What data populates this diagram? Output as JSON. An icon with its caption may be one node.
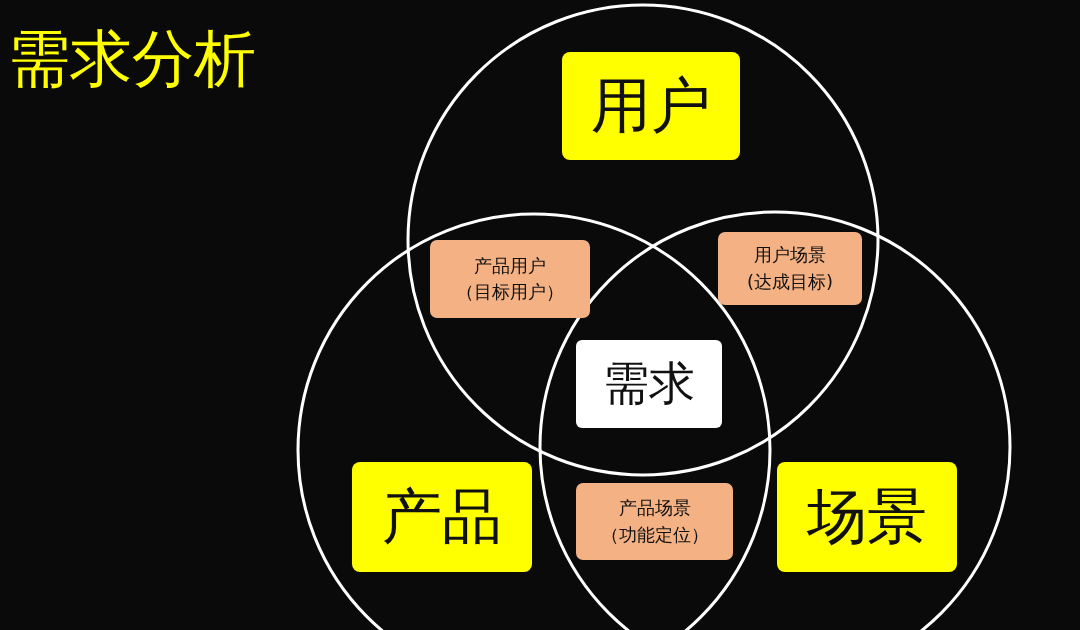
{
  "diagram": {
    "title": "需求分析",
    "nodes": [
      {
        "text": [
          "用户"
        ]
      },
      {
        "text": [
          "产品用户",
          "（目标用户）"
        ]
      },
      {
        "text": [
          "用户场景",
          "(达成目标)"
        ]
      },
      {
        "text": [
          "需求"
        ]
      },
      {
        "text": [
          "产品"
        ]
      },
      {
        "text": [
          "产品场景",
          "（功能定位）"
        ]
      },
      {
        "text": [
          "场景"
        ]
      }
    ],
    "edges": []
  }
}
